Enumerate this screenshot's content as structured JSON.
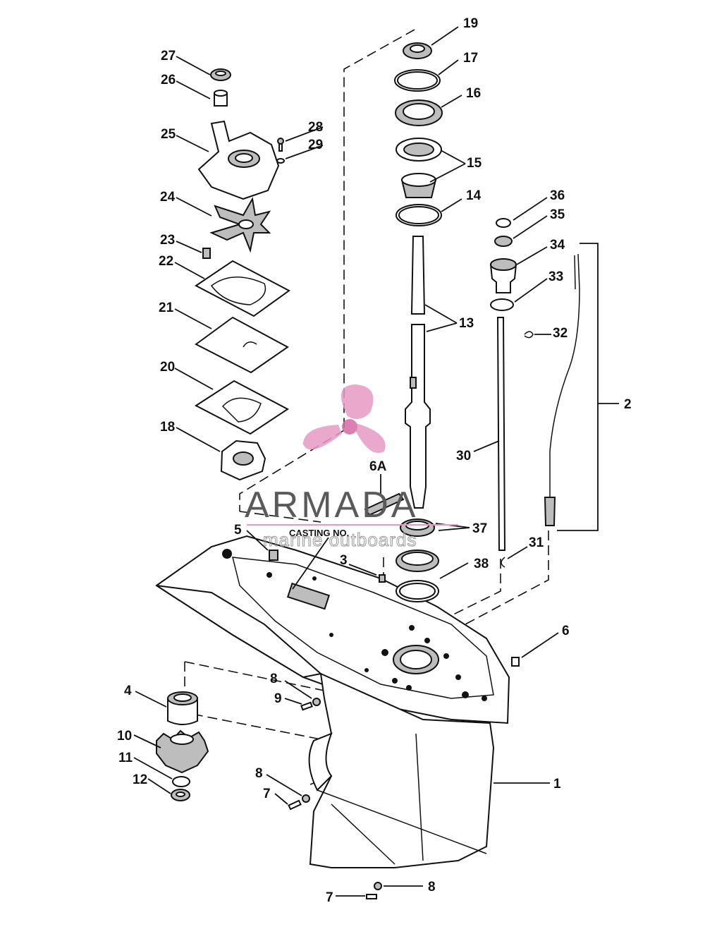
{
  "diagram": {
    "casting_label": "CASTING NO.",
    "watermark": {
      "brand": "ARMADA",
      "tagline": "marine outboards",
      "accent_color": "#e79ac4"
    },
    "callouts": [
      "19",
      "17",
      "16",
      "15",
      "14",
      "13",
      "36",
      "35",
      "34",
      "33",
      "32",
      "2",
      "30",
      "6A",
      "37",
      "31",
      "38",
      "27",
      "26",
      "25",
      "28",
      "29",
      "24",
      "23",
      "22",
      "21",
      "20",
      "18",
      "5",
      "3",
      "6",
      "8",
      "9",
      "4",
      "10",
      "11",
      "12",
      "8",
      "7",
      "1",
      "7",
      "8"
    ]
  }
}
